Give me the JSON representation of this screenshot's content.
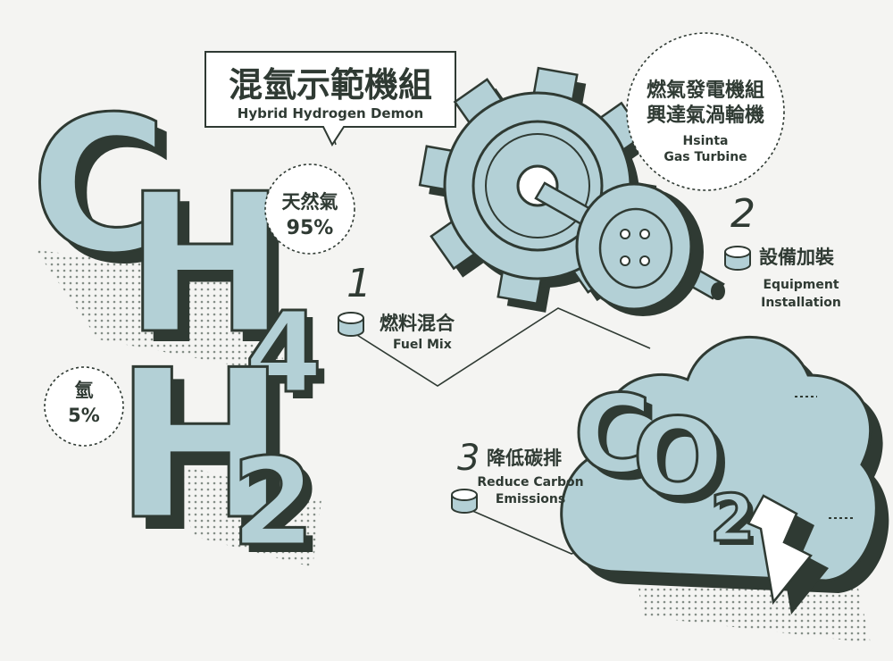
{
  "title": {
    "zh": "混氫示範機組",
    "en": "Hybrid Hydrogen Demon"
  },
  "gas_labels": {
    "natural_gas": {
      "zh": "天然氣",
      "pct": "95%"
    },
    "hydrogen": {
      "zh": "氫",
      "pct": "5%"
    }
  },
  "formulas": {
    "methane": {
      "c": "C",
      "h": "H",
      "sub": "4"
    },
    "hydrogen": {
      "h": "H",
      "sub": "2"
    },
    "co2": {
      "c": "C",
      "o": "O",
      "sub": "2"
    }
  },
  "turbine_label": {
    "zh_line1": "燃氣發電機組",
    "zh_line2": "興達氣渦輪機",
    "en_line1": "Hsinta",
    "en_line2": "Gas Turbine"
  },
  "steps": [
    {
      "number": "1",
      "zh": "燃料混合",
      "en_line1": "Fuel Mix",
      "en_line2": ""
    },
    {
      "number": "2",
      "zh": "設備加裝",
      "en_line1": "Equipment",
      "en_line2": "Installation"
    },
    {
      "number": "3",
      "zh": "降低碳排",
      "en_line1": "Reduce Carbon",
      "en_line2": "Emissions"
    }
  ],
  "colors": {
    "ink": "#2f3a33",
    "fill": "#b3d0d6",
    "background": "#f4f4f2"
  }
}
